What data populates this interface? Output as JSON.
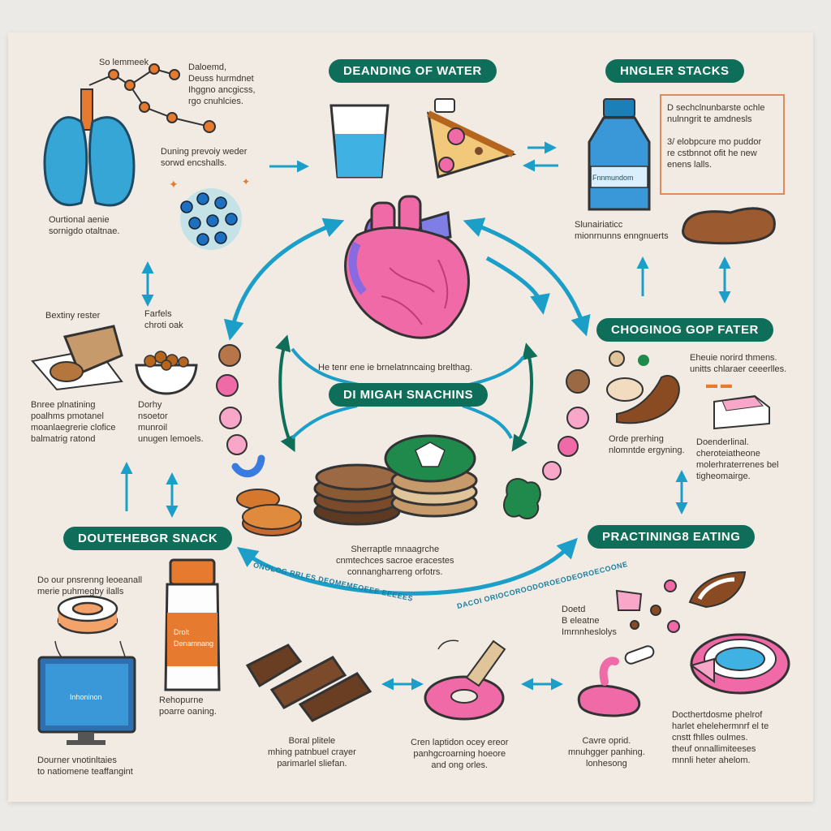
{
  "sections": {
    "top_center": "DEANDING OF WATER",
    "top_right": "HNGLER STACKS",
    "middle_right": "CHOGINOG GOP FATER",
    "center": "DI MIGAH SNACHINS",
    "lower_left": "DOUTEHEBGR SNACK",
    "lower_right": "PRACTINING8 EATING"
  },
  "texts": {
    "t_lung_title": "So lemmeek",
    "t_topleft_note": "Daloemd,\nDeuss hurmdnet\nIhggno ancgicss,\nrgo cnuhlcies.",
    "t_mid_lung": "Duning prevoiy weder\nsorwd encshalls.",
    "t_lung_caption": "Ourtional aenie\nsornigdo otaltnae.",
    "t_food_left_label": "Bextiny rester",
    "t_food_bowl_label": "Farfels\nchroti oak",
    "t_left_block": "Bnree plnatining\npoalhms pmotanel\nmoanlaegrerie clofice\nbalmatrig ratond",
    "t_left_block2": "Dorhy\nnsoetor\nmunroil\nunugen lemoels.",
    "t_right_box": "D sechclnunbarste ochle\nnulnngrit te amdnesls\n\n3/ elobpcure mo puddor\nre cstbnnot ofit he new\nenens lalls.",
    "t_right_mid": "Slunairiaticc\nmionrnunns enngnuerts",
    "t_heart_caption": "He tenr ene ie brnelatnncaing brelthag.",
    "t_right_block1": "Eheuie norird thmens.\nunitts chlaraer ceeerlles.",
    "t_right_block2": "Orde prerhing\nnlomntde ergyning.",
    "t_right_block3": "Doenderlinal.\ncheroteiatheone\nmolerhraterrenes bel\ntigheomairge.",
    "t_center_bottom": "Sherraptle mnaagrche\ncnmtechces sacroe eracestes\nconnangharreng orfotrs.",
    "t_lowleft_top": "Do our pnsrenng leoeanall\nmerie puhmegby ilalls",
    "t_bottle_caption": "Rehopurne\npoarre oaning.",
    "t_lowleft_bottom": "Dourner vnotinltaies\nto natiomene teaffangint",
    "t_bar_caption": "Boral plitele\nmhing patnbuel crayer\nparimarlel sliefan.",
    "t_donut_caption": "Cren laptidon ocey ereor\npanhgcroarning hoeore\nand ong orles.",
    "t_right_bottom_left": "Doetd\nB eleatne\nImrnnheslolys",
    "t_snake_caption": "Cavre oprid.\nmnuhgger panhing.\nlonhesong",
    "t_right_bottom_block": "Docthertdosme phelrof\nharlet ehelehermnrf el te\ncnstt fhlles oulmes.\ntheuf onnallimiteeses\nmnnli heter ahelom.",
    "t_bottle_label": "Fnnmundom",
    "t_bottle2_label": "Drolt\nDenamnang",
    "t_monitor_label": "Inhoninon"
  },
  "arc_labels": {
    "left": "ONOLOG RRLES   DEOMEMEOEEE EEEEES",
    "right": "DACOI ORIOCOROODOROEODEOROECOONE"
  },
  "colors": {
    "teal": "#0f6e5a",
    "blue_arrow": "#1b9fc8",
    "heart_pink": "#f06aa8",
    "lungs": "#35a6d6",
    "brown": "#7a4a2b",
    "orange": "#e67a2e"
  },
  "icons": [
    "lungs-icon",
    "molecule-icon",
    "water-glass-icon",
    "pizza-slice-icon",
    "water-bottle-icon",
    "bread-roll-icon",
    "heart-icon",
    "cookie-stack-icon",
    "green-biscuit-icon",
    "sandwich-icon",
    "bowl-of-nuts-icon",
    "pill-bottle-icon",
    "monitor-icon",
    "chocolate-bar-icon",
    "donut-icon",
    "tape-roll-icon",
    "candy-icon",
    "pink-spiral-icon",
    "bagel-icon"
  ]
}
